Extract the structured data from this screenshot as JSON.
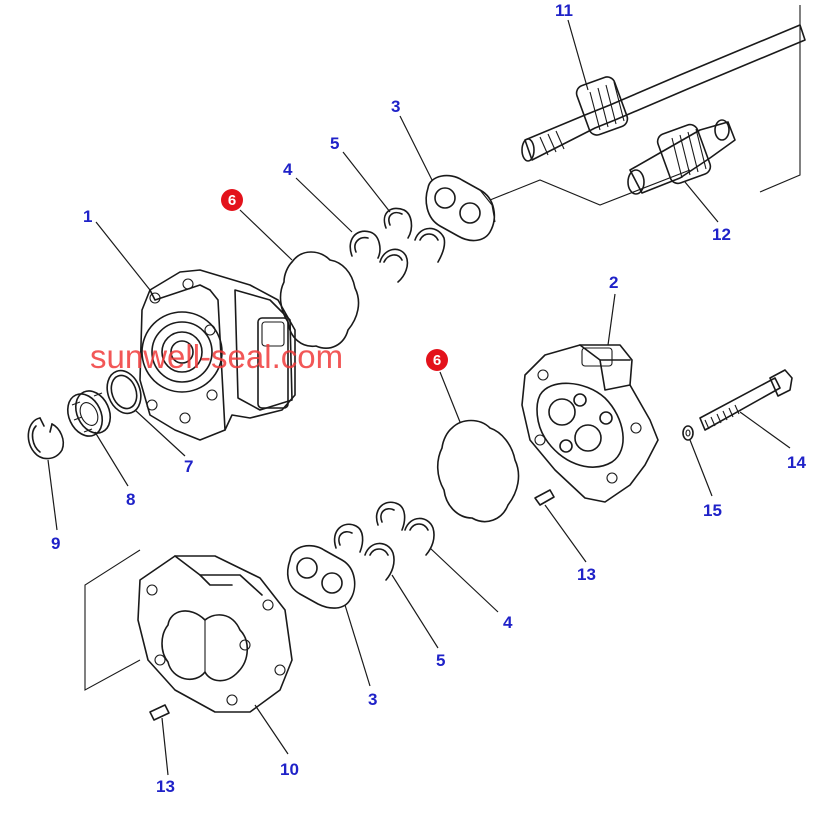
{
  "watermark": "sunwell-seal.com",
  "callouts": [
    {
      "id": "c1",
      "label": "1"
    },
    {
      "id": "c2",
      "label": "2"
    },
    {
      "id": "c3a",
      "label": "3"
    },
    {
      "id": "c3b",
      "label": "3"
    },
    {
      "id": "c4a",
      "label": "4"
    },
    {
      "id": "c4b",
      "label": "4"
    },
    {
      "id": "c5a",
      "label": "5"
    },
    {
      "id": "c5b",
      "label": "5"
    },
    {
      "id": "c6a",
      "label": "6",
      "highlight": true
    },
    {
      "id": "c6b",
      "label": "6",
      "highlight": true
    },
    {
      "id": "c7",
      "label": "7"
    },
    {
      "id": "c8",
      "label": "8"
    },
    {
      "id": "c9",
      "label": "9"
    },
    {
      "id": "c10",
      "label": "10"
    },
    {
      "id": "c11",
      "label": "11"
    },
    {
      "id": "c12",
      "label": "12"
    },
    {
      "id": "c13a",
      "label": "13"
    },
    {
      "id": "c13b",
      "label": "13"
    },
    {
      "id": "c14",
      "label": "14"
    },
    {
      "id": "c15",
      "label": "15"
    }
  ],
  "colors": {
    "callout_text": "#1f22c8",
    "badge_fill": "#e3121b",
    "watermark": "#f03a3a",
    "line": "#1a1a1a"
  }
}
